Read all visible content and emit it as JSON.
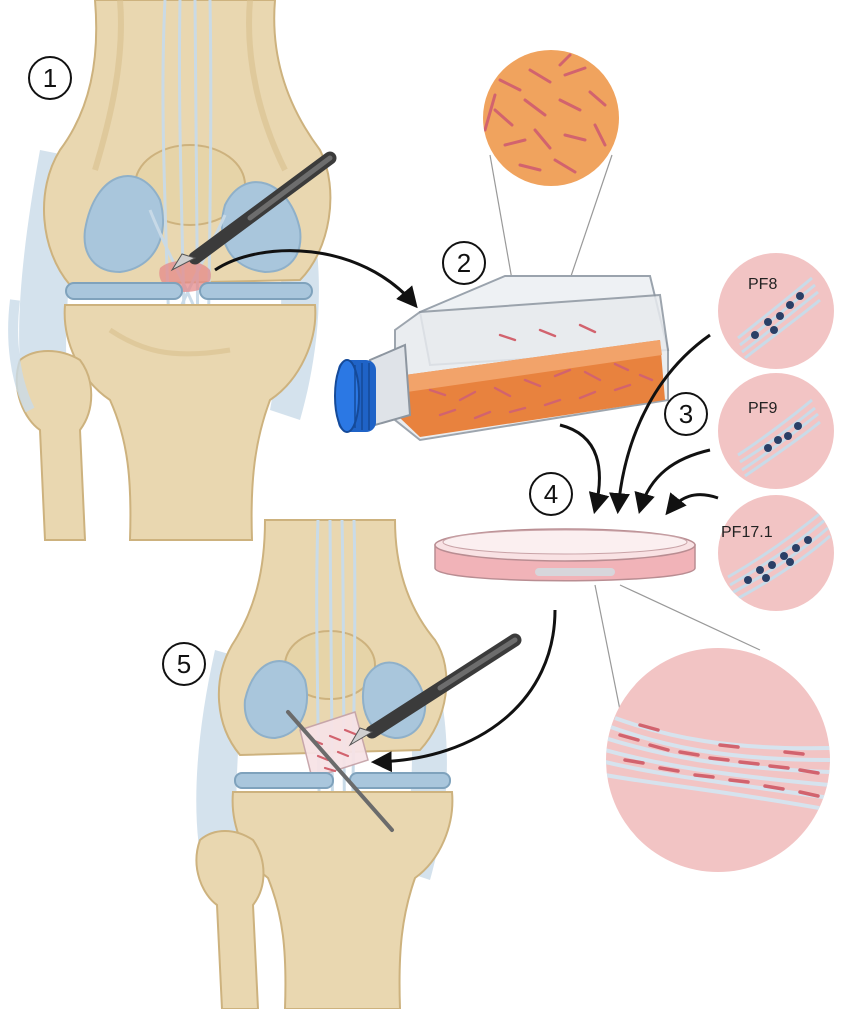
{
  "steps": [
    {
      "number": "1"
    },
    {
      "number": "2"
    },
    {
      "number": "3"
    },
    {
      "number": "4"
    },
    {
      "number": "5"
    }
  ],
  "scaffolds": [
    {
      "label": "PF8"
    },
    {
      "label": "PF9"
    },
    {
      "label": "PF17.1"
    }
  ],
  "colors": {
    "bone": "#e9d7b0",
    "bone_dark": "#cdb27e",
    "cartilage": "#a9c6dc",
    "ligament": "#c9dbe8",
    "scaffold_bg": "#f2c4c4",
    "culture_medium": "#e8823e",
    "cap": "#1f63c7",
    "cell_zoom": "#f0a35e",
    "arrow": "#111111"
  },
  "icons": [
    "scalpel-icon",
    "culture-flask-icon",
    "petri-dish-icon"
  ]
}
